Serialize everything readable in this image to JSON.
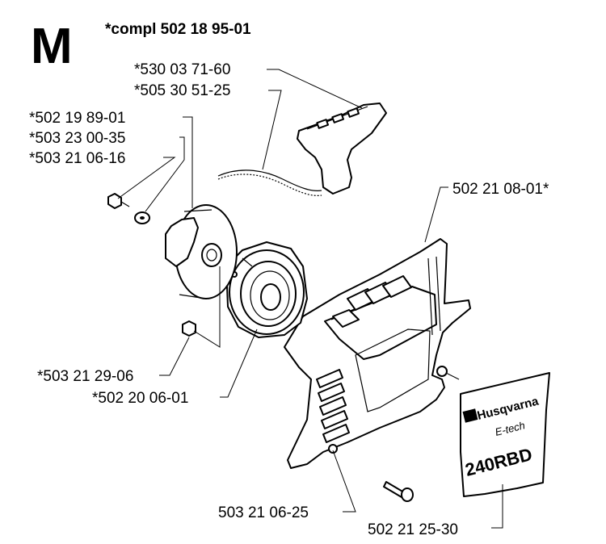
{
  "section_letter": "M",
  "complete_assembly": "*compl 502 18 95-01",
  "part_numbers": {
    "handle": "*530 03 71-60",
    "rope": "*505 30 51-25",
    "pulley": "*502 19 89-01",
    "washer": "*503 23 00-35",
    "pulley_screw": "*503 21 06-16",
    "spring_screw": "*503 21 29-06",
    "spring_cassette": "*502 20 06-01",
    "starter_cover": "502 21 08-01*",
    "cover_screw": "503 21 06-25",
    "decal": "502 21 25-30"
  },
  "decal_text": {
    "brand": "Husqvarna",
    "line": "E-tech",
    "model": "240RBD"
  }
}
